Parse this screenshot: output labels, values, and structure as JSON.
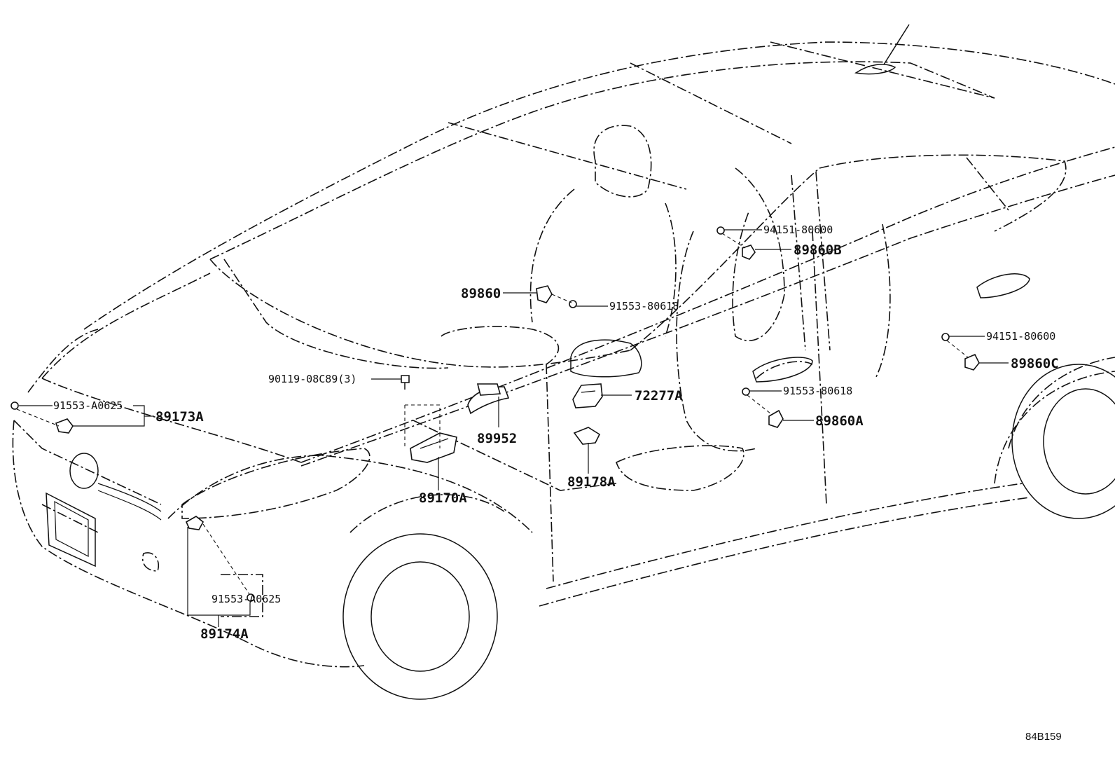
{
  "diagram": {
    "code": "84B159",
    "labels": {
      "p89173A": "89173A",
      "p91553A0625a": "91553-A0625",
      "p90119": "90119-08C89(3)",
      "p89860": "89860",
      "p91553_80618a": "91553-80618",
      "p94151a": "94151-80600",
      "p89860B": "89860B",
      "p94151b": "94151-80600",
      "p89860C": "89860C",
      "p72277A": "72277A",
      "p91553_80618b": "91553-80618",
      "p89860A": "89860A",
      "p89952": "89952",
      "p89178A": "89178A",
      "p89170A": "89170A",
      "p91553A0625b": "91553-A0625",
      "p89174A": "89174A"
    }
  }
}
